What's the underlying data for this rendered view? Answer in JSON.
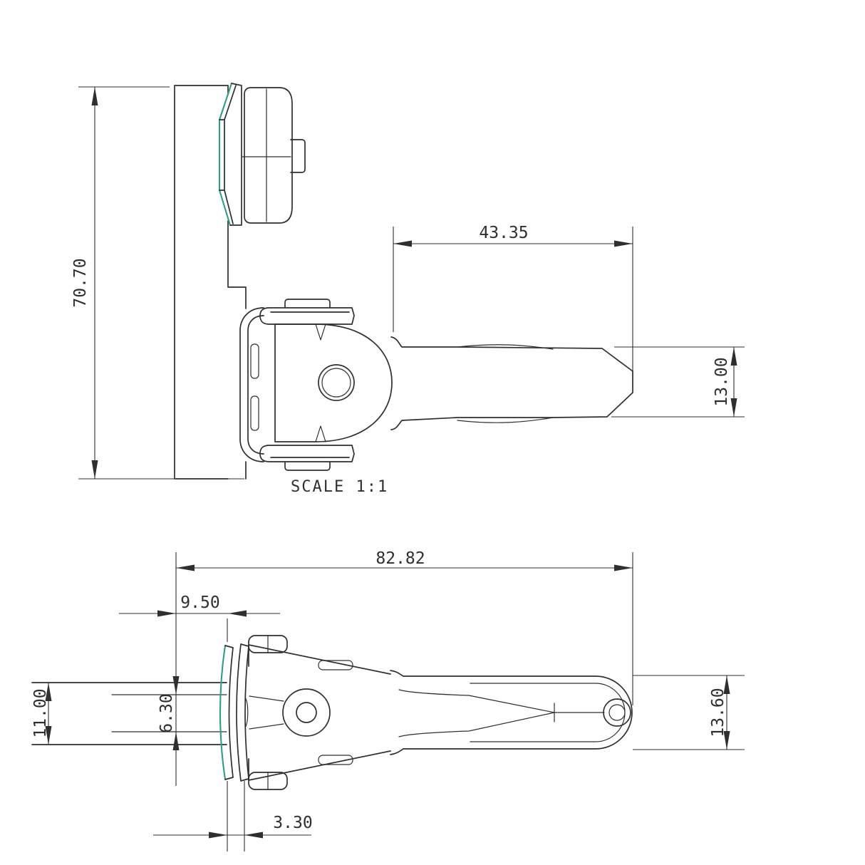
{
  "drawing": {
    "scale_note": "SCALE 1:1",
    "colors": {
      "line": "#2f2f2f",
      "accent": "#2e9e86",
      "background": "#ffffff"
    },
    "top_view": {
      "dim_overall_height": "70.70",
      "dim_handle_length": "43.35",
      "dim_handle_thickness": "13.00"
    },
    "bottom_view": {
      "dim_overall_length": "82.82",
      "dim_rod_exposed_length": "9.50",
      "dim_rod_outer_diameter": "11.00",
      "dim_rod_inner_diameter": "6.30",
      "dim_handle_width": "13.60",
      "dim_washer_stack_thickness": "3.30"
    }
  }
}
